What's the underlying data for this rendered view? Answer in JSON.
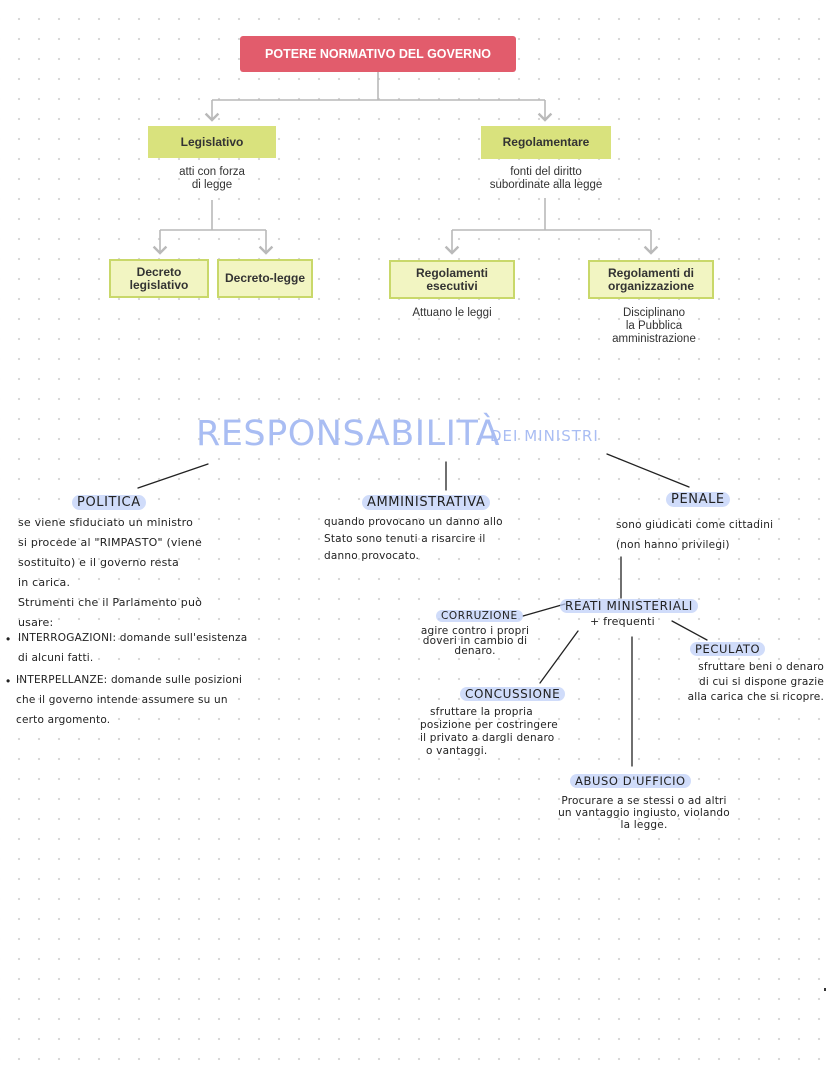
{
  "map": {
    "root": "POTERE NORMATIVO DEL GOVERNO",
    "legislativo": {
      "label": "Legislativo",
      "desc": [
        "atti con forza",
        "di legge"
      ],
      "children": [
        "Decreto legislativo",
        "Decreto-legge"
      ]
    },
    "regolamentare": {
      "label": "Regolamentare",
      "desc": [
        "fonti del diritto",
        "subordinate alla legge"
      ],
      "children": [
        {
          "label": "Regolamenti esecutivi",
          "desc": [
            "Attuano le leggi"
          ]
        },
        {
          "label": "Regolamenti di organizzazione",
          "desc": [
            "Disciplinano",
            "la Pubblica",
            "amministrazione"
          ]
        }
      ]
    }
  },
  "notes": {
    "title": "RESPONSABILITÀ",
    "title_sub": "DEI MINISTRI",
    "politica": {
      "head": "POLITICA",
      "lines": [
        "se viene sfiduciato un ministro",
        "si procede al \"RIMPASTO\" (viene",
        "sostituito) e il governo resta",
        "in carica.",
        "Strumenti che il Parlamento può",
        "usare:"
      ],
      "bullets": [
        [
          "INTERROGAZIONI: domande sull'esistenza",
          "di alcuni fatti."
        ],
        [
          "INTERPELLANZE: domande sulle posizioni",
          "che il governo intende assumere su un",
          "certo argomento."
        ]
      ]
    },
    "amministrativa": {
      "head": "AMMINISTRATIVA",
      "lines": [
        "quando provocano un danno allo",
        "Stato sono tenuti a risarcire il",
        "danno provocato."
      ]
    },
    "penale": {
      "head": "PENALE",
      "lines": [
        "sono giudicati come cittadini",
        "(non hanno privilegi)"
      ]
    },
    "reati": {
      "head": "REATI MINISTERIALI",
      "sub": "+ frequenti",
      "items": [
        {
          "head": "CORRUZIONE",
          "lines": [
            "agire contro i propri",
            "doveri in cambio di",
            "denaro."
          ]
        },
        {
          "head": "PECULATO",
          "lines": [
            "sfruttare beni o denaro",
            "di cui si dispone grazie",
            "alla carica che si ricopre."
          ]
        },
        {
          "head": "CONCUSSIONE",
          "lines": [
            "sfruttare la propria",
            "posizione per costringere",
            "il privato a dargli denaro",
            "o vantaggi."
          ]
        },
        {
          "head": "ABUSO D'UFFICIO",
          "lines": [
            "Procurare a se stessi o ad altri",
            "un vantaggio ingiusto, violando",
            "la legge."
          ]
        }
      ]
    }
  },
  "colors": {
    "root_box": "#e25c6c",
    "level1_box": "#d9e27d",
    "level2_box": "#f2f5c2",
    "level2_border": "#c9d86a",
    "connector": "#b9b9b9",
    "title": "#a9bdf3",
    "highlight": "#bccdf8"
  }
}
